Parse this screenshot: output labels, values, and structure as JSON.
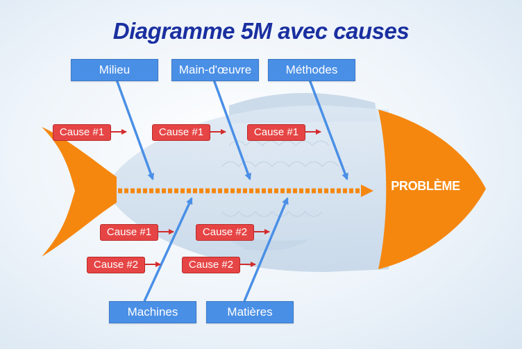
{
  "title": "Diagramme 5M avec causes",
  "problem": "PROBLÈME",
  "categories": {
    "milieu": "Milieu",
    "main_oeuvre": "Main-d'œuvre",
    "methodes": "Méthodes",
    "machines": "Machines",
    "matieres": "Matières"
  },
  "causes": {
    "milieu_1": "Cause #1",
    "main_oeuvre_1": "Cause #1",
    "methodes_1": "Cause #1",
    "machines_1": "Cause #1",
    "machines_2": "Cause #2",
    "matieres_1": "Cause #2",
    "matieres_2": "Cause #2"
  },
  "colors": {
    "title": "#1a2fa0",
    "category": "#4a8fe6",
    "cause": "#e64545",
    "head_tail": "#f5870f",
    "spine": "#f5870f",
    "fish_body": "#cfdfee"
  }
}
